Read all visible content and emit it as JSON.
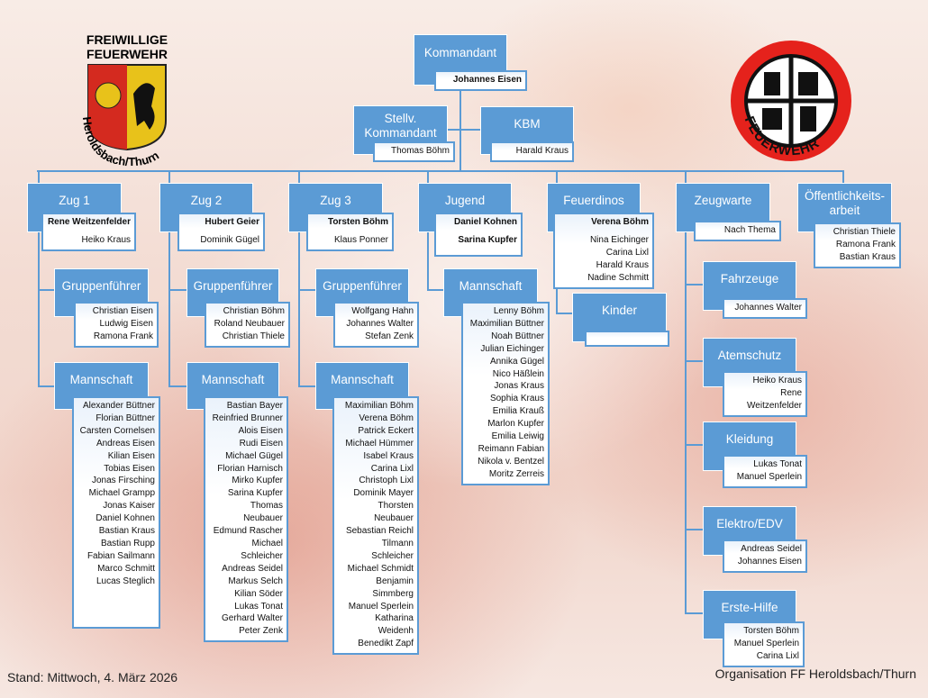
{
  "logos": {
    "left_line1": "FREIWILLIGE",
    "left_line2": "FEUERWEHR",
    "left_arc": "Heroldsbach/Thurn",
    "right_arc": "FEUERWEHR"
  },
  "units": [
    {
      "title": "Kommandant",
      "lead": [
        "Johannes Eisen"
      ],
      "members": []
    },
    {
      "title": "Stellv. Kommandant",
      "lead": [],
      "members": [
        "Thomas Böhm"
      ]
    },
    {
      "title": "KBM",
      "lead": [],
      "members": [
        "Harald Kraus"
      ]
    },
    {
      "title": "Zug 1",
      "lead": [
        "Rene Weitzenfelder"
      ],
      "members": [
        "Heiko Kraus"
      ]
    },
    {
      "title": "Zug 2",
      "lead": [
        "Hubert Geier"
      ],
      "members": [
        "Dominik Gügel"
      ]
    },
    {
      "title": "Zug 3",
      "lead": [
        "Torsten Böhm"
      ],
      "members": [
        "Klaus Ponner"
      ]
    },
    {
      "title": "Jugend",
      "lead": [
        "Daniel Kohnen",
        "Sarina Kupfer"
      ],
      "members": []
    },
    {
      "title": "Feuerdinos",
      "lead": [
        "Verena Böhm"
      ],
      "members": [
        "Nina Eichinger",
        "Carina Lixl",
        "Harald Kraus",
        "Nadine Schmitt"
      ]
    },
    {
      "title": "Zeugwarte",
      "lead": [],
      "members": [
        "Nach Thema"
      ]
    },
    {
      "title": "Öffentlichkeits-arbeit",
      "lead": [],
      "members": [
        "Christian Thiele",
        "Ramona Frank",
        "Bastian Kraus"
      ]
    },
    {
      "title": "Gruppenführer",
      "lead": [],
      "members": [
        "Christian Eisen",
        "Ludwig Eisen",
        "Ramona Frank"
      ]
    },
    {
      "title": "Gruppenführer",
      "lead": [],
      "members": [
        "Christian Böhm",
        "Roland Neubauer",
        "Christian Thiele"
      ]
    },
    {
      "title": "Gruppenführer",
      "lead": [],
      "members": [
        "Wolfgang Hahn",
        "Johannes Walter",
        "Stefan Zenk"
      ]
    },
    {
      "title": "Mannschaft",
      "lead": [],
      "members": [
        "Alexander Büttner",
        "Florian Büttner",
        "Carsten Cornelsen",
        "Andreas Eisen",
        "Kilian Eisen",
        "Tobias Eisen",
        "Jonas Firsching",
        "Michael Grampp",
        "Jonas Kaiser",
        "Daniel Kohnen",
        "Bastian Kraus",
        "Bastian Rupp",
        "Fabian Sailmann",
        "Marco Schmitt",
        "Lucas Steglich"
      ]
    },
    {
      "title": "Mannschaft",
      "lead": [],
      "members": [
        "Bastian Bayer",
        "Reinfried Brunner",
        "Alois Eisen",
        "Rudi Eisen",
        "Michael Gügel",
        "Florian Harnisch",
        "Mirko Kupfer",
        "Sarina Kupfer",
        "Thomas Neubauer",
        "Edmund Rascher",
        "Michael Schleicher",
        "Andreas Seidel",
        "Markus Selch",
        "Kilian Söder",
        "Lukas Tonat",
        "Gerhard Walter",
        "Peter Zenk"
      ]
    },
    {
      "title": "Mannschaft",
      "lead": [],
      "members": [
        "Maximilian Böhm",
        "Verena Böhm",
        "Patrick Eckert",
        "Michael Hümmer",
        "Isabel Kraus",
        "Carina Lixl",
        "Christoph Lixl",
        "Dominik Mayer",
        "Thorsten Neubauer",
        "Sebastian Reichl",
        "Tilmann Schleicher",
        "Michael Schmidt",
        "Benjamin Simmberg",
        "Manuel Sperlein",
        "Katharina Weidenh",
        "Benedikt Zapf"
      ]
    },
    {
      "title": "Mannschaft",
      "lead": [],
      "members": [
        "Lenny Böhm",
        "Maximilian Büttner",
        "Noah Büttner",
        "Julian Eichinger",
        "Annika Gügel",
        "Nico Häßlein",
        "Jonas Kraus",
        "Sophia Kraus",
        "Emilia Krauß",
        "Marlon Kupfer",
        "Emilia Leiwig",
        "Reimann Fabian",
        "Nikola v. Bentzel",
        "Moritz Zerreis"
      ]
    },
    {
      "title": "Kinder",
      "lead": [],
      "members": []
    },
    {
      "title": "Fahrzeuge",
      "lead": [],
      "members": [
        "Johannes Walter"
      ]
    },
    {
      "title": "Atemschutz",
      "lead": [],
      "members": [
        "Heiko Kraus",
        "Rene Weitzenfelder"
      ]
    },
    {
      "title": "Kleidung",
      "lead": [],
      "members": [
        "Lukas Tonat",
        "Manuel Sperlein"
      ]
    },
    {
      "title": "Elektro/EDV",
      "lead": [],
      "members": [
        "Andreas Seidel",
        "Johannes Eisen"
      ]
    },
    {
      "title": "Erste-Hilfe",
      "lead": [],
      "members": [
        "Torsten Böhm",
        "Manuel Sperlein",
        "Carina Lixl"
      ]
    }
  ],
  "footer": {
    "date": "Stand: Mittwoch, 4. März 2026",
    "org": "Organisation FF Heroldsbach/Thurn"
  }
}
